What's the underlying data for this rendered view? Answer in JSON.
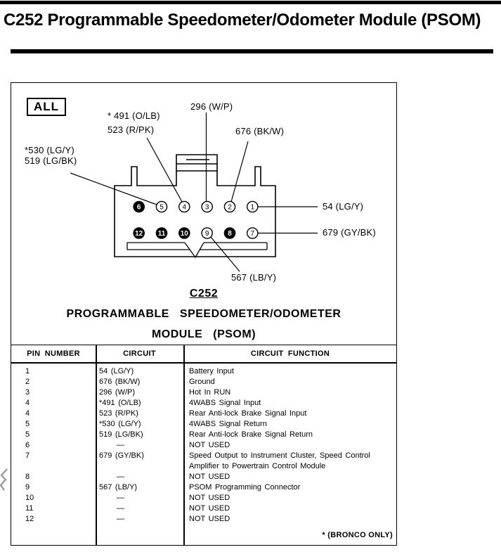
{
  "page": {
    "title": "C252  Programmable Speedometer/Odometer Module (PSOM)"
  },
  "diagram": {
    "badge": "ALL",
    "connector_label": "C252",
    "caption_line1": "PROGRAMMABLE  SPEEDOMETER/ODOMETER",
    "caption_line2": "MODULE  (PSOM)",
    "wire_labels": {
      "w491": "* 491  (O/LB)",
      "w523": "523  (R/PK)",
      "w296": "296  (W/P)",
      "w676": "676  (BK/W)",
      "w530": "*530  (LG/Y)",
      "w519": "519  (LG/BK)",
      "w54": "54  (LG/Y)",
      "w679": "679  (GY/BK)",
      "w567": "567  (LB/Y)"
    },
    "pins_top": [
      "6",
      "5",
      "4",
      "3",
      "2",
      "1"
    ],
    "pins_bottom": [
      "12",
      "11",
      "10",
      "9",
      "8",
      "7"
    ],
    "filled_pins": [
      "6",
      "8",
      "10",
      "11",
      "12"
    ]
  },
  "table": {
    "headers": [
      "PIN NUMBER",
      "CIRCUIT",
      "CIRCUIT  FUNCTION"
    ],
    "rows": [
      {
        "pin": "1",
        "circuit": "54  (LG/Y)",
        "func": "Battery  Input"
      },
      {
        "pin": "2",
        "circuit": "676  (BK/W)",
        "func": "Ground"
      },
      {
        "pin": "3",
        "circuit": "296  (W/P)",
        "func": "Hot  In RUN"
      },
      {
        "pin": "4",
        "circuit": "*491  (O/LB)",
        "func": "4WABS  Signal  Input"
      },
      {
        "pin": "4",
        "circuit": "523  (R/PK)",
        "func": "Rear  Anti-lock  Brake  Signal  Input"
      },
      {
        "pin": "5",
        "circuit": "*530  (LG/Y)",
        "func": "4WABS  Signal  Return"
      },
      {
        "pin": "5",
        "circuit": "519  (LG/BK)",
        "func": "Rear  Anti-lock  Brake  Signal  Return"
      },
      {
        "pin": "6",
        "circuit": "—",
        "func": "NOT  USED"
      },
      {
        "pin": "7",
        "circuit": "679  (GY/BK)",
        "func": "Speed Output to Instrument Cluster, Speed Control\nAmplifier  to  Powertrain  Control  Module"
      },
      {
        "pin": "8",
        "circuit": "—",
        "func": "NOT  USED"
      },
      {
        "pin": "9",
        "circuit": "567  (LB/Y)",
        "func": "PSOM  Programming  Connector"
      },
      {
        "pin": "10",
        "circuit": "—",
        "func": "NOT  USED"
      },
      {
        "pin": "11",
        "circuit": "—",
        "func": "NOT  USED"
      },
      {
        "pin": "12",
        "circuit": "—",
        "func": "NOT  USED"
      }
    ],
    "footnote": "* (BRONCO ONLY)"
  }
}
